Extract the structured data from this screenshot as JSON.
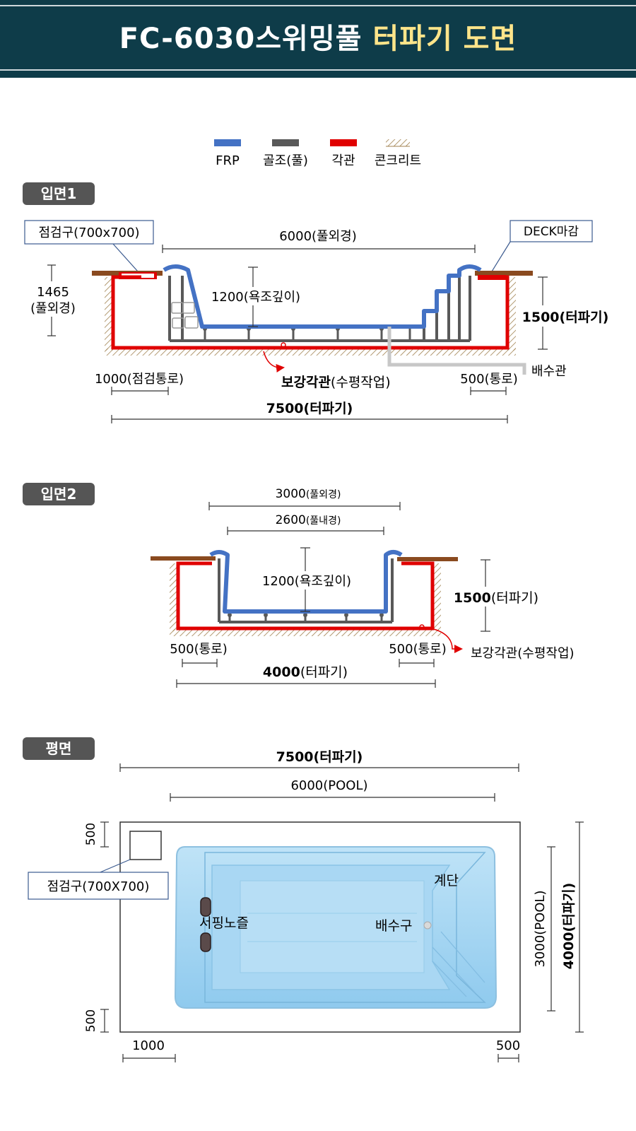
{
  "header": {
    "title_white": "FC-6030스위밍풀",
    "title_yellow": "터파기 도면"
  },
  "legend": {
    "items": [
      {
        "label": "FRP",
        "color": "#4472c4"
      },
      {
        "label": "골조(풀)",
        "color": "#595959"
      },
      {
        "label": "각관",
        "color": "#e00000"
      },
      {
        "label": "콘크리트",
        "color": "#a0814f"
      }
    ]
  },
  "elevation1": {
    "tag": "입면1",
    "inspection_box": "점검구(700x700)",
    "deck_box": "DECK마감",
    "pool_outer": "6000(풀외경)",
    "left_height": "1465",
    "left_height_sub": "(풀외경)",
    "depth": "1200(욕조깊이)",
    "excavation_height": "1500(터파기)",
    "drain_pipe": "배수관",
    "left_passage": "1000(점검통로)",
    "reinforcement_bold": "보강각관",
    "reinforcement_rest": "(수평작업)",
    "right_passage": "500(통로)",
    "total_width": "7500(터파기)"
  },
  "elevation2": {
    "tag": "입면2",
    "pool_outer_num": "3000",
    "pool_outer_sub": "(풀외경)",
    "pool_inner_num": "2600",
    "pool_inner_sub": "(풀내경)",
    "depth": "1200(욕조깊이)",
    "excavation_height_bold": "1500",
    "excavation_height_rest": "(터파기)",
    "left_passage": "500(통로)",
    "right_passage": "500(통로)",
    "reinforcement": "보강각관(수평작업)",
    "total_width_bold": "4000",
    "total_width_rest": "(터파기)"
  },
  "plan": {
    "tag": "평면",
    "total_width": "7500(터파기)",
    "pool_width": "6000(POOL)",
    "top_margin": "500",
    "bottom_margin": "500",
    "inspection": "점검구(700X700)",
    "stairs": "계단",
    "surfing_nozzle": "서핑노즐",
    "drain": "배수구",
    "pool_height": "3000(POOL)",
    "total_height": "4000(터파기)",
    "left_margin": "1000",
    "right_margin": "500"
  }
}
